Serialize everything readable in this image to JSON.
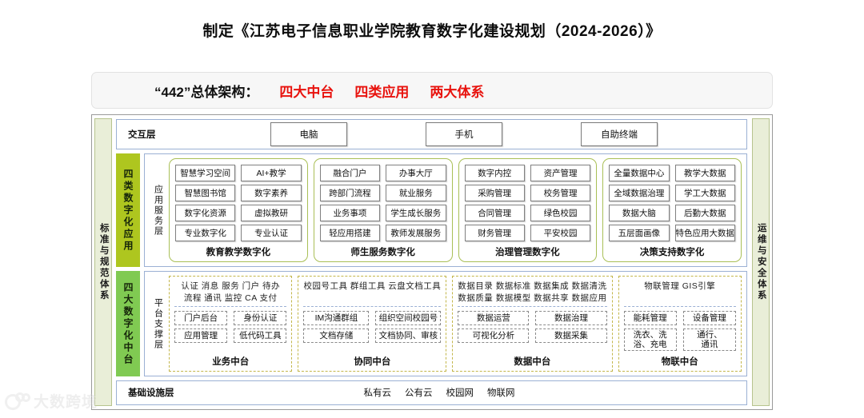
{
  "title": "制定《江苏电子信息职业学院教育数字化建设规划（2024-2026）》",
  "banner": {
    "left": "“442”总体架构：",
    "highlights": [
      "四大中台",
      "四类应用",
      "两大体系"
    ],
    "highlight_color": "#e8120d"
  },
  "left_rail": {
    "label": "标准与规范体系"
  },
  "right_rail": {
    "label": "运维与安全体系"
  },
  "interaction_layer": {
    "label": "交互层",
    "items": [
      "电脑",
      "手机",
      "自助终端"
    ]
  },
  "apps_row": {
    "tag": "四类数字化应用",
    "tag_color": "#aec61f",
    "vlabel": "应用服务层",
    "groups": [
      {
        "title": "教育教学数字化",
        "cells": [
          "智慧学习空间",
          "AI+教学",
          "智慧图书馆",
          "数字素养",
          "数字化资源",
          "虚拟教研",
          "专业数字化",
          "专业认证"
        ]
      },
      {
        "title": "师生服务数字化",
        "cells": [
          "融合门户",
          "办事大厅",
          "跨部门流程",
          "就业服务",
          "业务事项",
          "学生成长服务",
          "轻应用搭建",
          "教师发展服务"
        ]
      },
      {
        "title": "治理管理数字化",
        "cells": [
          "数字内控",
          "资产管理",
          "采购管理",
          "校务管理",
          "合同管理",
          "绿色校园",
          "财务管理",
          "平安校园"
        ]
      },
      {
        "title": "决策支持数字化",
        "cells": [
          "全量数据中心",
          "教学大数据",
          "全域数据治理",
          "学工大数据",
          "数据大脑",
          "后勤大数据",
          "五层面画像",
          "特色应用大数据"
        ]
      }
    ]
  },
  "platform_row": {
    "tag": "四大数字化中台",
    "tag_color": "#80ca52",
    "vlabel": "平台支撑层",
    "groups": [
      {
        "title": "业务中台",
        "tags": [
          "认证 消息 服务 门户 待办",
          "流程 通讯 监控 CA  支付"
        ],
        "cells": [
          "门户后台",
          "身份认证",
          "应用管理",
          "低代码工具"
        ]
      },
      {
        "title": "协同中台",
        "tags": [
          "校园号工具 群组工具 云盘文档工具"
        ],
        "cells": [
          "IM沟通群组",
          "组织空间校园号",
          "文档存储",
          "文档协同、审核"
        ]
      },
      {
        "title": "数据中台",
        "tags": [
          "数据目录 数据标准 数据集成 数据清洗",
          "数据质量 数据模型 数据共享 数据应用"
        ],
        "cells": [
          "数据运营",
          "数据治理",
          "可视化分析",
          "数据采集"
        ]
      },
      {
        "title": "物联中台",
        "tags": [
          "物联管理 GIS引擎"
        ],
        "cells": [
          "能耗管理",
          "设备管理",
          "洗衣、洗\n浴、充电",
          "通行、\n通讯"
        ]
      }
    ]
  },
  "infrastructure": {
    "label": "基础设施层",
    "items": [
      "私有云",
      "公有云",
      "校园网",
      "物联网"
    ]
  },
  "watermark": {
    "text": "大数跨境"
  }
}
